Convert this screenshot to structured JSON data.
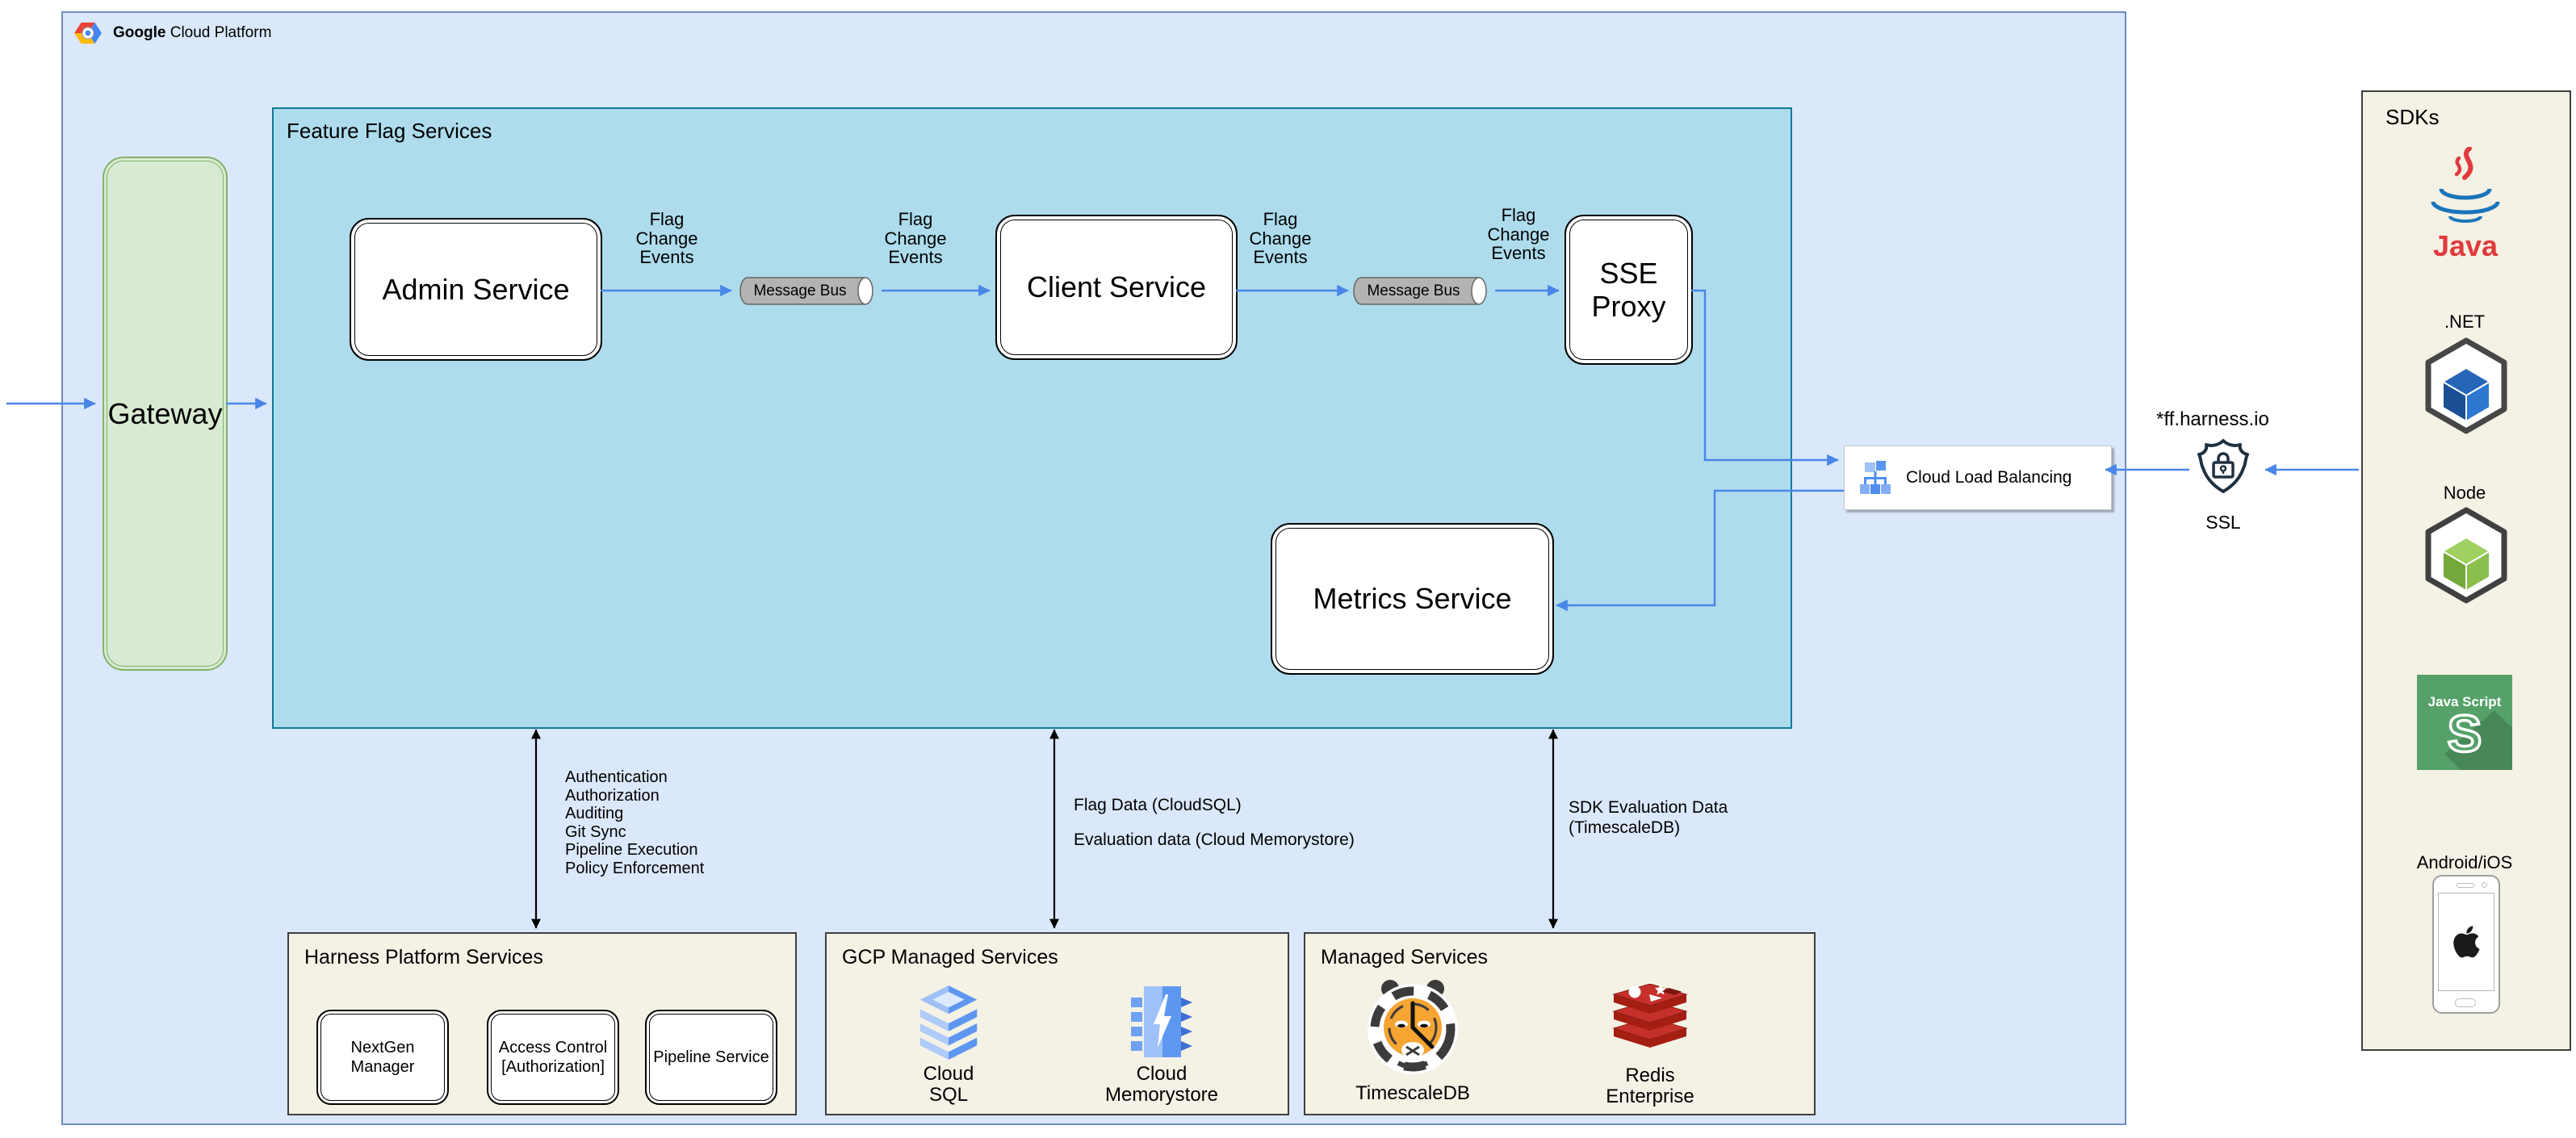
{
  "colors": {
    "outer_fill": "#dbe8fb",
    "outer_border": "#6c8ebf",
    "ffs_fill": "#aedced",
    "ffs_border": "#0e7a99",
    "gateway_fill": "#d9ead3",
    "gateway_border": "#82b366",
    "panel_fill": "#f4f1e5",
    "panel_border": "#3f3f3f",
    "arrow_blue": "#4a86e8",
    "arrow_black": "#000000",
    "bus_fill": "#b3b3b3",
    "java_red": "#e03a3e",
    "node_green": "#8abf4d",
    "dotnet_blue": "#2566b8",
    "js_green": "#55a169",
    "redis_red": "#c6302b",
    "tiger_orange": "#f6a432"
  },
  "header": {
    "brand": "Google",
    "product": " Cloud Platform"
  },
  "gateway_label": "Gateway",
  "ffs": {
    "title": "Feature Flag Services",
    "admin": "Admin Service",
    "client": "Client Service",
    "sse": "SSE\nProxy",
    "metrics": "Metrics Service",
    "message_bus": "Message Bus",
    "flag_change_events": "Flag\nChange\nEvents"
  },
  "clb_label": "Cloud Load Balancing",
  "ssl": {
    "domain": "*ff.harness.io",
    "label": "SSL"
  },
  "annotations": {
    "harness_link": "Authentication\nAuthorization\nAuditing\nGit Sync\nPipeline Execution\nPolicy Enforcement",
    "flag_data": "Flag Data (CloudSQL)",
    "evaluation_data": "Evaluation data (Cloud Memorystore)",
    "sdk_evaluation": "SDK Evaluation Data\n(TimescaleDB)"
  },
  "harness_services": {
    "title": "Harness Platform Services",
    "items": [
      "NextGen Manager",
      "Access Control\n[Authorization]",
      "Pipeline Service"
    ]
  },
  "gcp_services": {
    "title": "GCP Managed Services",
    "cloud_sql": "Cloud\nSQL",
    "memorystore": "Cloud\nMemorystore"
  },
  "managed_services": {
    "title": "Managed Services",
    "timescaledb": "TimescaleDB",
    "redis": "Redis\nEnterprise"
  },
  "sdks": {
    "title": "SDKs",
    "java": "Java",
    "dotnet": ".NET",
    "node": "Node",
    "js_title": "Java Script",
    "js_letter": "S",
    "mobile": "Android/iOS"
  }
}
